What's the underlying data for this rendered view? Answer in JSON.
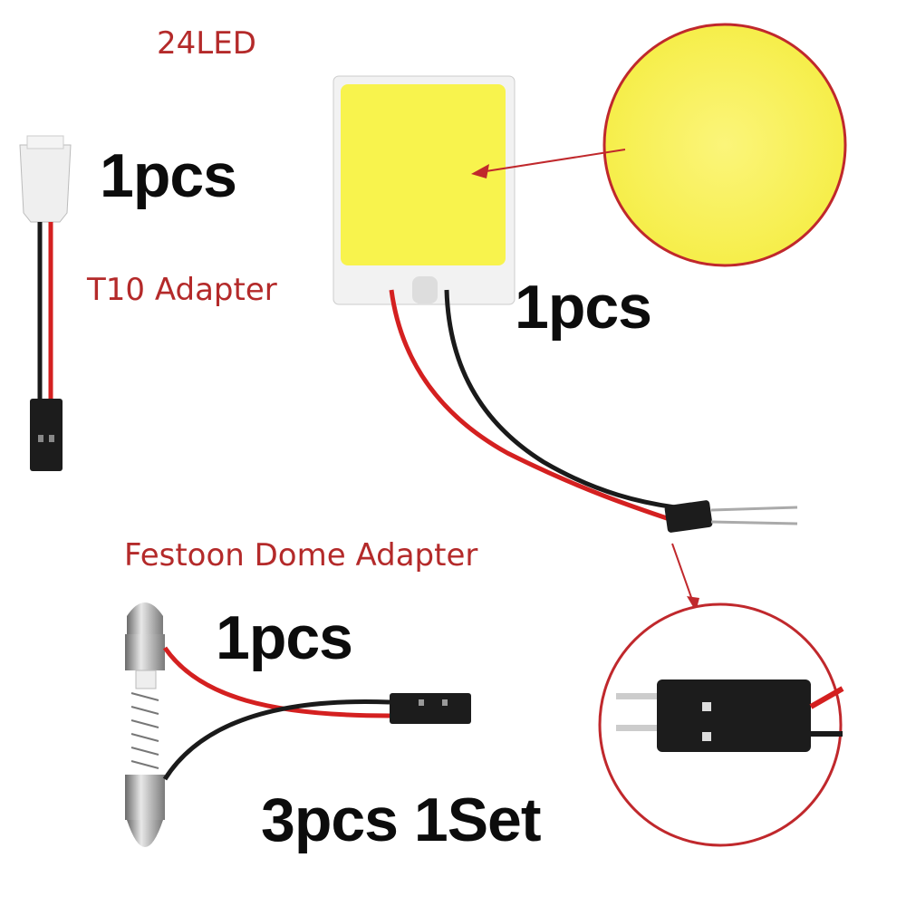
{
  "labels": {
    "led_count": "24LED",
    "t10_adapter": "T10 Adapter",
    "festoon_adapter": "Festoon Dome Adapter"
  },
  "quantities": {
    "t10_qty": "1pcs",
    "panel_qty": "1pcs",
    "festoon_qty": "1pcs",
    "set_total": "3pcs 1Set"
  },
  "colors": {
    "label_red": "#b42a2a",
    "cob_yellow": "#f7f24a",
    "callout_red": "#c0282c"
  }
}
